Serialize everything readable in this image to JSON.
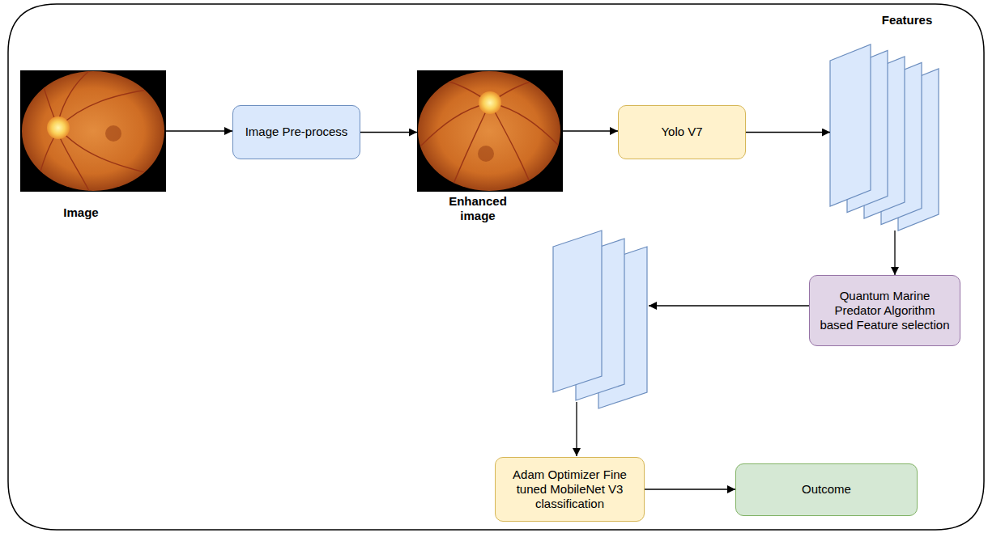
{
  "diagram": {
    "nodes": [
      {
        "text": [
          "Image"
        ]
      },
      {
        "text": [
          "Image Pre-process"
        ]
      },
      {
        "text": [
          "Enhanced image"
        ]
      },
      {
        "text": [
          "Yolo V7"
        ]
      },
      {
        "text": [
          "Features"
        ]
      },
      {
        "text": [
          "Quantum Marine Predator Algorithm based Feature selection"
        ]
      },
      {
        "text": [
          "Adam Optimizer Fine tuned MobileNet V3 classification"
        ]
      },
      {
        "text": [
          "Outcome"
        ]
      }
    ],
    "edges": [
      {
        "from": 0,
        "to": 1,
        "arrow": "to"
      },
      {
        "from": 1,
        "to": 2,
        "arrow": "to"
      },
      {
        "from": 2,
        "to": 3,
        "arrow": "to"
      },
      {
        "from": 3,
        "to": 4,
        "arrow": "to"
      },
      {
        "from": 4,
        "to": 5,
        "arrow": "to"
      },
      {
        "from": 6,
        "to": 7,
        "arrow": "to"
      }
    ]
  }
}
